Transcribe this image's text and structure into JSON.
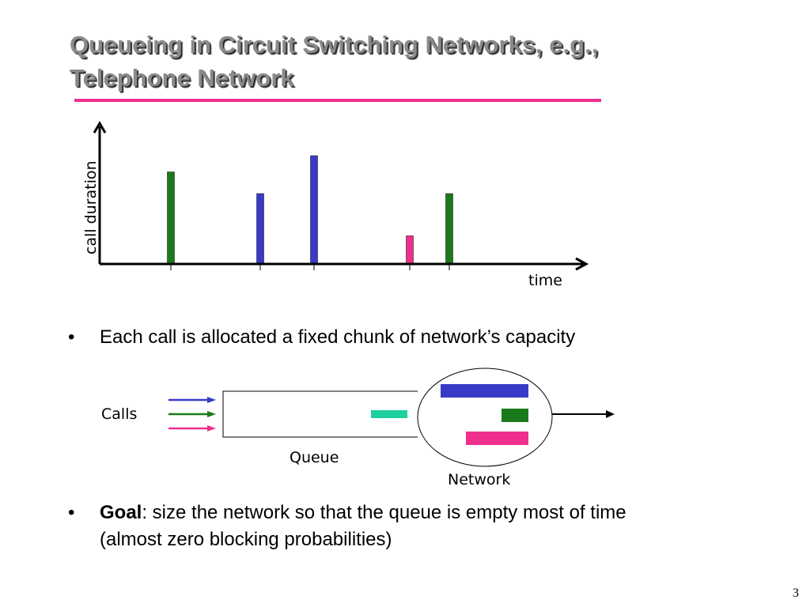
{
  "slide": {
    "title_line1": "Queueing in Circuit Switching Networks, e.g.,",
    "title_line2": "Telephone Network",
    "page_number": "3"
  },
  "chart_data": {
    "type": "bar",
    "ylabel": "call duration",
    "xlabel": "time",
    "bars": [
      {
        "color": "#1a7a1a",
        "value": 0.85
      },
      {
        "color": "#3a3ac8",
        "value": 0.65
      },
      {
        "color": "#3a3ac8",
        "value": 1.0
      },
      {
        "color": "#f0308e",
        "value": 0.26
      },
      {
        "color": "#1a7a1a",
        "value": 0.65
      }
    ]
  },
  "bullets": [
    {
      "marker": "•",
      "text": "Each call is allocated a fixed chunk of network’s capacity"
    },
    {
      "marker": "•",
      "bold": "Goal",
      "text": ": size the network so that the queue is empty most of time",
      "text2": "(almost zero blocking probabilities)"
    }
  ],
  "queue_diagram": {
    "calls_label": "Calls",
    "queue_label": "Queue",
    "network_label": "Network",
    "arrow_colors": [
      "#3a3ac8",
      "#1a7a1a",
      "#f0308e"
    ],
    "queued_color": "#1ecfa0",
    "network_flows": [
      {
        "color": "#3a3ac8"
      },
      {
        "color": "#1a7a1a"
      },
      {
        "color": "#f0308e"
      }
    ]
  }
}
